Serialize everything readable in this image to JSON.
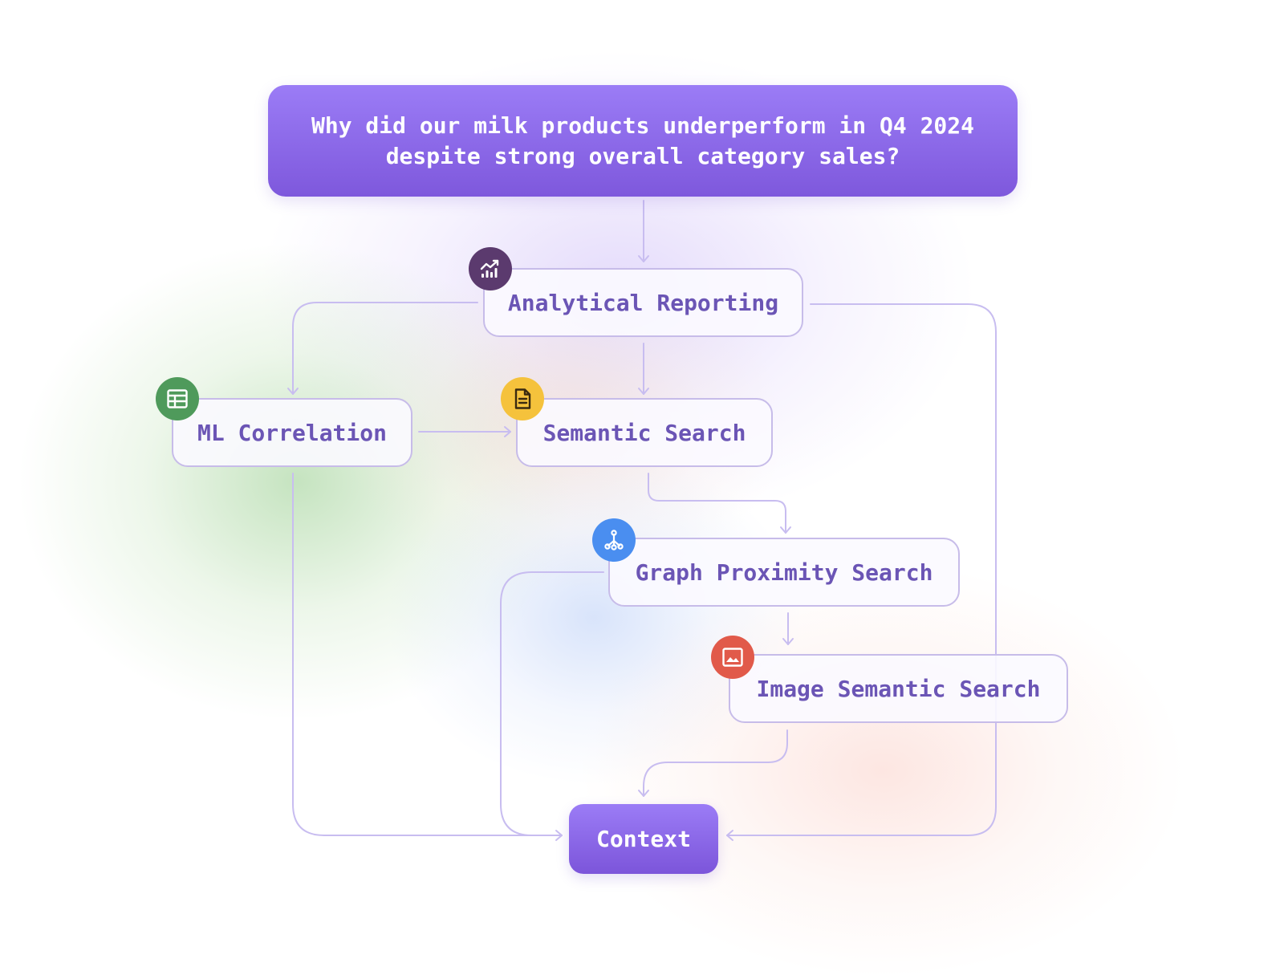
{
  "question": "Why did our milk products underperform in Q4 2024 despite strong overall category sales?",
  "nodes": {
    "analytical_reporting": "Analytical Reporting",
    "ml_correlation": "ML Correlation",
    "semantic_search": "Semantic Search",
    "graph_proximity_search": "Graph Proximity Search",
    "image_semantic_search": "Image Semantic Search"
  },
  "output": "Context",
  "icons": {
    "analytical_reporting": "analytics-chart-icon",
    "ml_correlation": "table-grid-icon",
    "semantic_search": "document-icon",
    "graph_proximity_search": "graph-network-icon",
    "image_semantic_search": "image-icon"
  },
  "colors": {
    "accent": "#8b68ea",
    "node_text": "#6b55b5",
    "node_border": "#c7bce9",
    "connector": "#c8bdf0",
    "icon_analytical": "#5b3a6e",
    "icon_ml": "#4f9a5b",
    "icon_semantic": "#f5c23c",
    "icon_graph": "#4a8ef0",
    "icon_image": "#e15a4a"
  }
}
